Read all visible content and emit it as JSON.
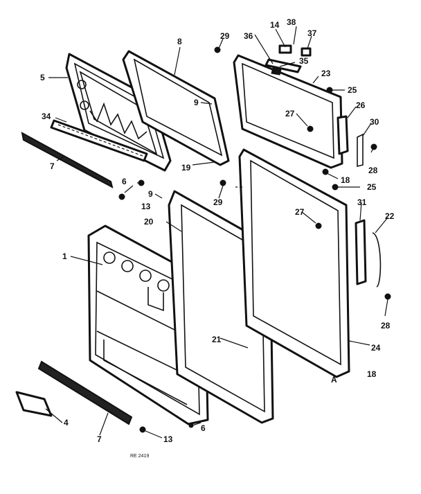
{
  "diagram": {
    "footer_code": "RE 2419",
    "labels": {
      "p1": "1",
      "p4": "4",
      "p5": "5",
      "p6a": "6",
      "p6b": "6",
      "p7a": "7",
      "p7b": "7",
      "p8": "8",
      "p9a": "9",
      "p9b": "9",
      "p13a": "13",
      "p13b": "13",
      "p14": "14",
      "p18a": "18",
      "p18b": "18",
      "p19": "19",
      "p20": "20",
      "p21": "21",
      "p22": "22",
      "p23": "23",
      "p24": "24",
      "p25a": "25",
      "p25b": "25",
      "p26": "26",
      "p27a": "27",
      "p27b": "27",
      "p28a": "28",
      "p28b": "28",
      "p29a": "29",
      "p29b": "29",
      "p30": "30",
      "p31": "31",
      "p34": "34",
      "p35": "35",
      "p36": "36",
      "p37": "37",
      "p38": "38",
      "pA": "A"
    }
  }
}
